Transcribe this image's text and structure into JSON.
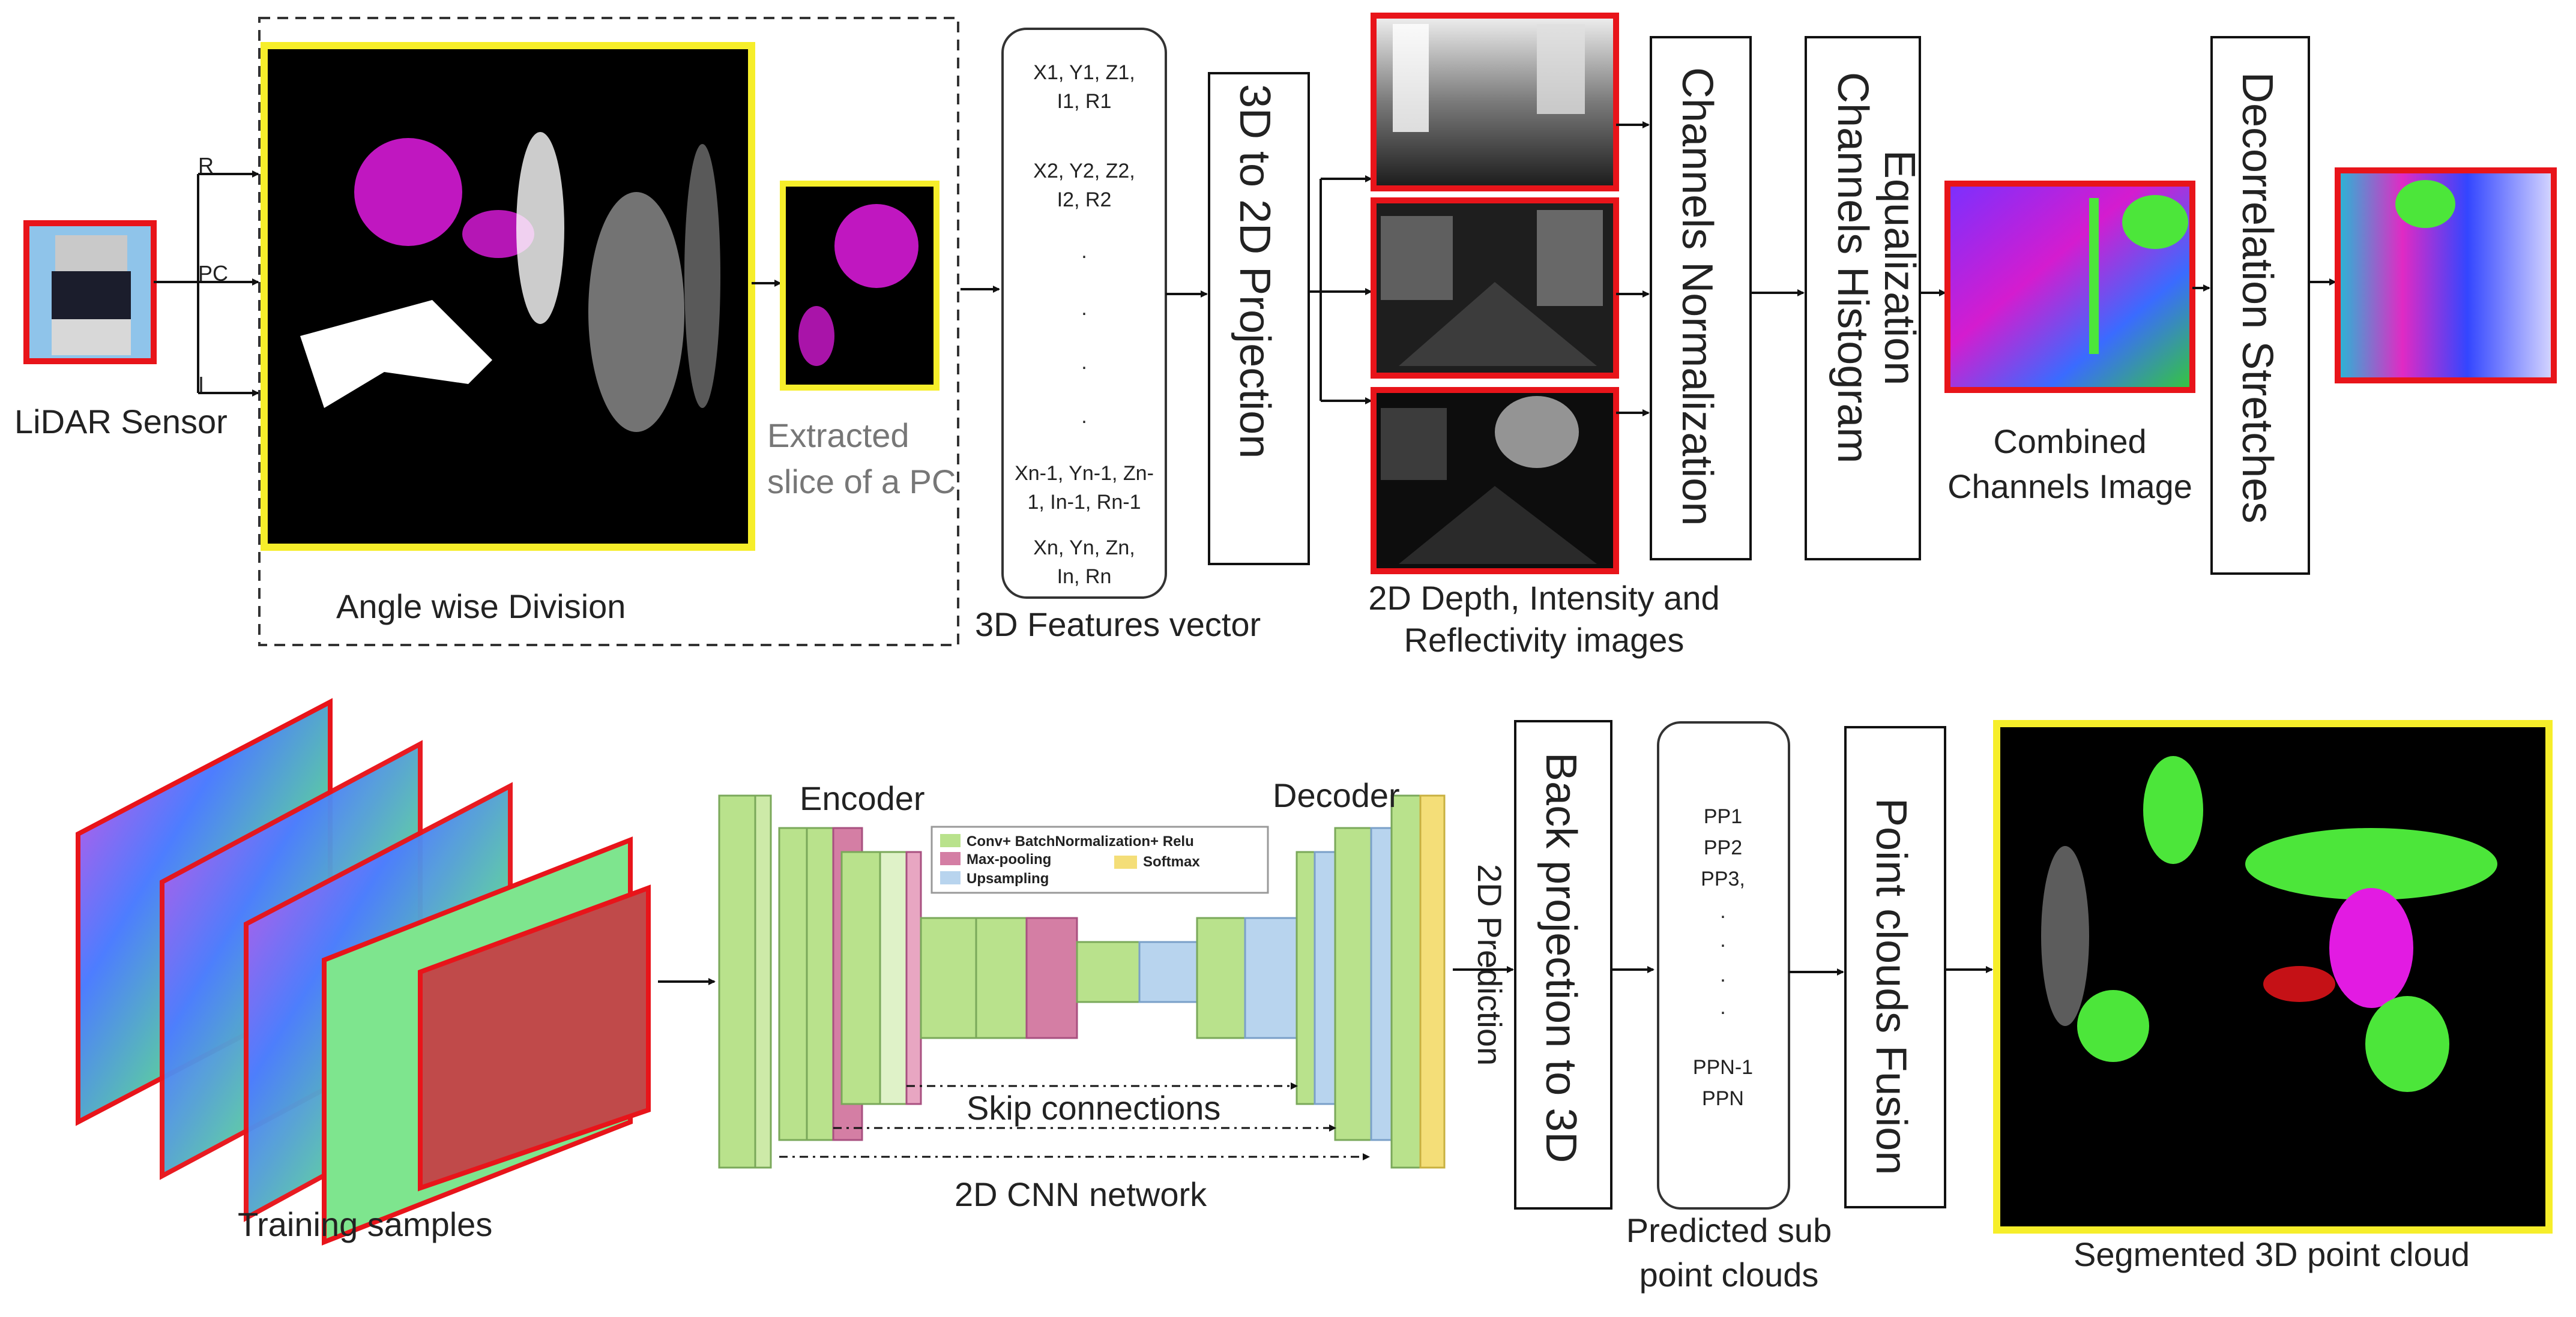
{
  "top": {
    "lidar_label": "LiDAR Sensor",
    "branch_labels": [
      "R",
      "PC",
      "I"
    ],
    "angle_division_label": "Angle wise Division",
    "extracted_label_line1": "Extracted",
    "extracted_label_line2": "slice of a PC",
    "vector_lines": [
      "X1, Y1, Z1,",
      "I1, R1",
      "X2, Y2, Z2,",
      "I2, R2",
      ".",
      ".",
      ".",
      ".",
      "Xn-1, Yn-1, Zn-",
      "1, In-1, Rn-1",
      "Xn, Yn, Zn,",
      "In, Rn"
    ],
    "vector_label": "3D Features vector",
    "projection_box": "3D to 2D Projection",
    "images_label_line1": "2D Depth, Intensity and",
    "images_label_line2": "Reflectivity images",
    "normalization_box": "Channels Normalization",
    "hist_box_line1": "Channels Histogram",
    "hist_box_line2": "Equalization",
    "combined_label_line1": "Combined",
    "combined_label_line2": "Channels Image",
    "decorrelation_box": "Decorrelation Stretches"
  },
  "bottom": {
    "training_label": "Training samples",
    "encoder_label": "Encoder",
    "decoder_label": "Decoder",
    "legend": {
      "conv": "Conv+ BatchNormalization+ Relu",
      "maxpool": "Max-pooling",
      "softmax": "Softmax",
      "upsampling": "Upsampling"
    },
    "skip_label": "Skip connections",
    "cnn_label": "2D CNN network",
    "prediction_label": "2D Prediction",
    "backproj_box": "Back projection to 3D",
    "pp_lines": [
      "PP1",
      "PP2",
      "PP3,",
      ".",
      ".",
      ".",
      ".",
      "PPN-1",
      "PPN"
    ],
    "predicted_label_line1": "Predicted sub",
    "predicted_label_line2": "point clouds",
    "fusion_box": "Point clouds Fusion",
    "segmented_label": "Segmented 3D point cloud"
  },
  "colors": {
    "red_border": "#e8141a",
    "yellow_border": "#f6ee2a",
    "conv": "#b9e28c",
    "maxpool": "#d47ea4",
    "upsampling": "#b8d4ee",
    "softmax": "#f4de78",
    "magenta": "#e21be2",
    "green": "#4ce63a"
  }
}
